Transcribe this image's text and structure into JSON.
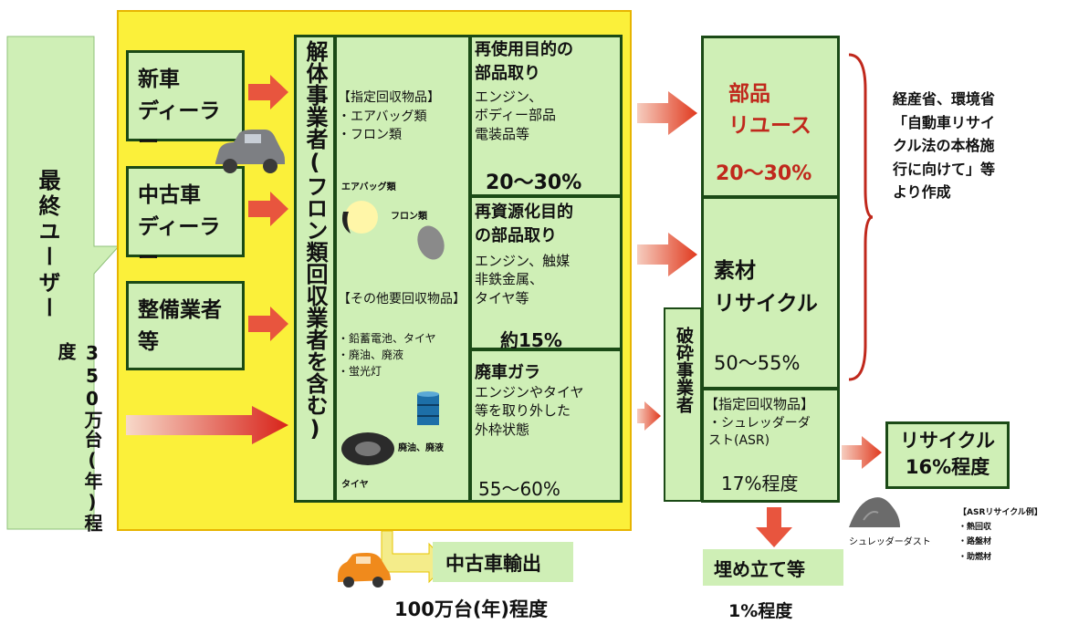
{
  "final_user": "最終ユーザー",
  "annual_volume": "350万台(年)程度",
  "sources": {
    "new_dealer": "新車\nディーラー",
    "used_dealer": "中古車\nディーラー",
    "maintenance": "整備業者\n等"
  },
  "dismantler": "解体事業者(フロン類回収業者を含む)",
  "designated_items": {
    "heading": "【指定回収物品】",
    "items": "・エアバッグ類\n・フロン類",
    "airbag_label": "エアバッグ類",
    "freon_label": "フロン類"
  },
  "other_items": {
    "heading": "【その他要回収物品】",
    "items": "・鉛蓄電池、タイヤ\n・廃油、廃液\n・蛍光灯",
    "oil_label": "廃油、廃液",
    "tire_label": "タイヤ"
  },
  "reuse_parts": {
    "title": "再使用目的の\n部品取り",
    "desc": "エンジン、\nボディー部品\n電装品等",
    "pct": "20～30%"
  },
  "recycle_parts": {
    "title": "再資源化目的\nの部品取り",
    "desc": "エンジン、触媒\n非鉄金属、\nタイヤ等",
    "pct": "約15%"
  },
  "scrap_body": {
    "title": "廃車ガラ",
    "desc": "エンジンやタイヤ\n等を取り外した\n外枠状態",
    "pct": "55～60%"
  },
  "parts_reuse": {
    "label": "部品\nリユース",
    "pct": "20～30%"
  },
  "material_recycle": {
    "label": "素材\nリサイクル",
    "pct": "50～55%"
  },
  "shredder": "破砕事業者",
  "asr": {
    "heading": "【指定回収物品】",
    "desc": "・シュレッダーダ\nスト(ASR)",
    "pct": "17%程度"
  },
  "recycle_result": "リサイクル\n16%程度",
  "asr_recycle_example": "【ASRリサイクル例】\n・熱回収\n・路盤材\n・助燃材",
  "shredder_dust_label": "シュレッダーダスト",
  "landfill": "埋め立て等",
  "landfill_pct": "1%程度",
  "used_export": "中古車輸出",
  "export_volume": "100万台(年)程度",
  "source_note": "経産省、環境省\n「自動車リサイ\nクル法の本格施\n行に向けて」等\nより作成",
  "colors": {
    "yellow": "#fbf03a",
    "green": "#cfefb6",
    "dark_green": "#1b4a16",
    "red_accent": "#c0281c"
  }
}
